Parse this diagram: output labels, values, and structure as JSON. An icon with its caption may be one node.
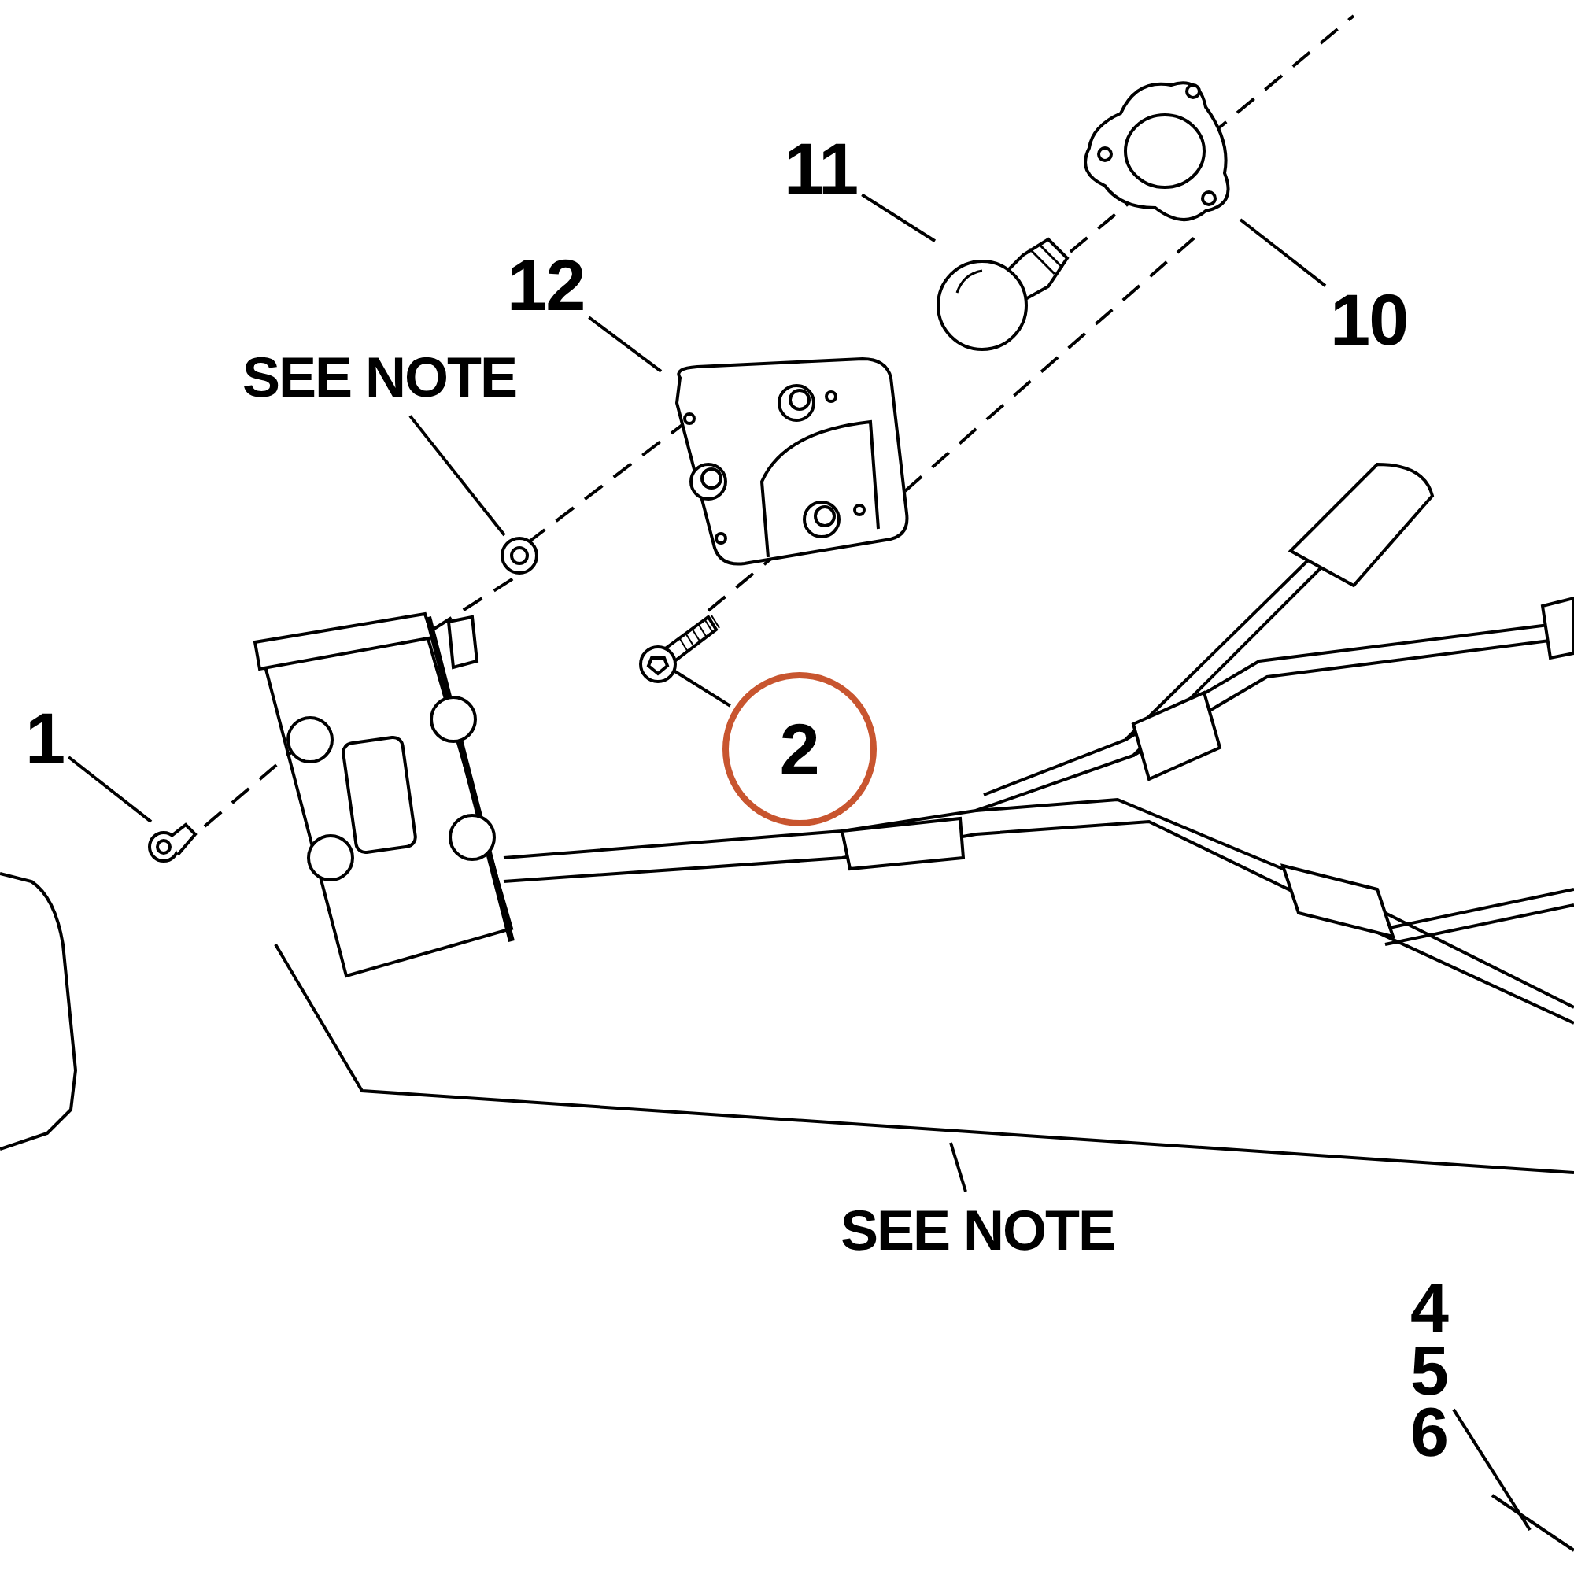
{
  "diagram": {
    "nodes": [
      {
        "text": [
          "1"
        ]
      },
      {
        "text": [],
        "shape": "picture"
      },
      {
        "text": [
          "SEE NOTE"
        ]
      },
      {
        "text": [],
        "shape": "picture"
      },
      {
        "text": [
          "12"
        ]
      },
      {
        "text": [],
        "shape": "picture"
      },
      {
        "text": [
          "11"
        ]
      },
      {
        "text": [],
        "shape": "picture"
      },
      {
        "text": [
          "10"
        ]
      },
      {
        "text": [],
        "shape": "picture"
      },
      {
        "text": [
          "2"
        ]
      },
      {
        "text": [],
        "shape": "picture"
      },
      {
        "text": [
          "SEE NOTE"
        ]
      },
      {
        "text": [
          "4",
          "5",
          "6"
        ]
      }
    ],
    "edges": [
      {
        "from": 0,
        "to": 1,
        "arrow": "none"
      },
      {
        "from": 2,
        "to": 3,
        "arrow": "none"
      },
      {
        "from": 4,
        "to": 5,
        "arrow": "none"
      },
      {
        "from": 6,
        "to": 7,
        "arrow": "none"
      },
      {
        "from": 8,
        "to": 9,
        "arrow": "none"
      },
      {
        "from": 10,
        "to": 11,
        "arrow": "none"
      },
      {
        "from": 12,
        "to": null,
        "arrow": "none"
      },
      {
        "from": 13,
        "to": null,
        "arrow": "none"
      }
    ]
  }
}
